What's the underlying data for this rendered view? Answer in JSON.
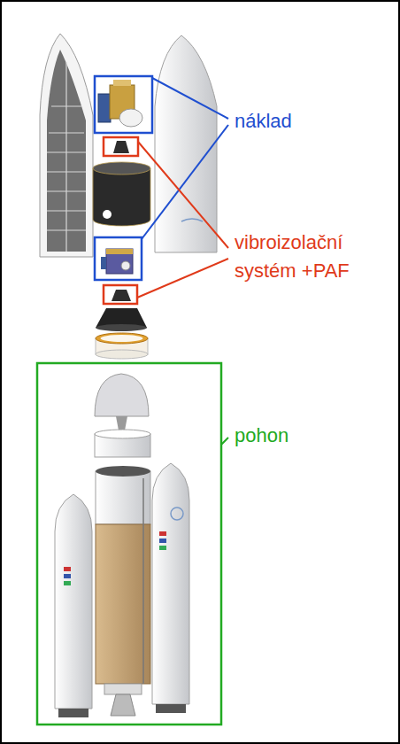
{
  "diagram": {
    "labels": [
      "náklad",
      "vibroizolační systém +PAF",
      "pohon"
    ]
  }
}
